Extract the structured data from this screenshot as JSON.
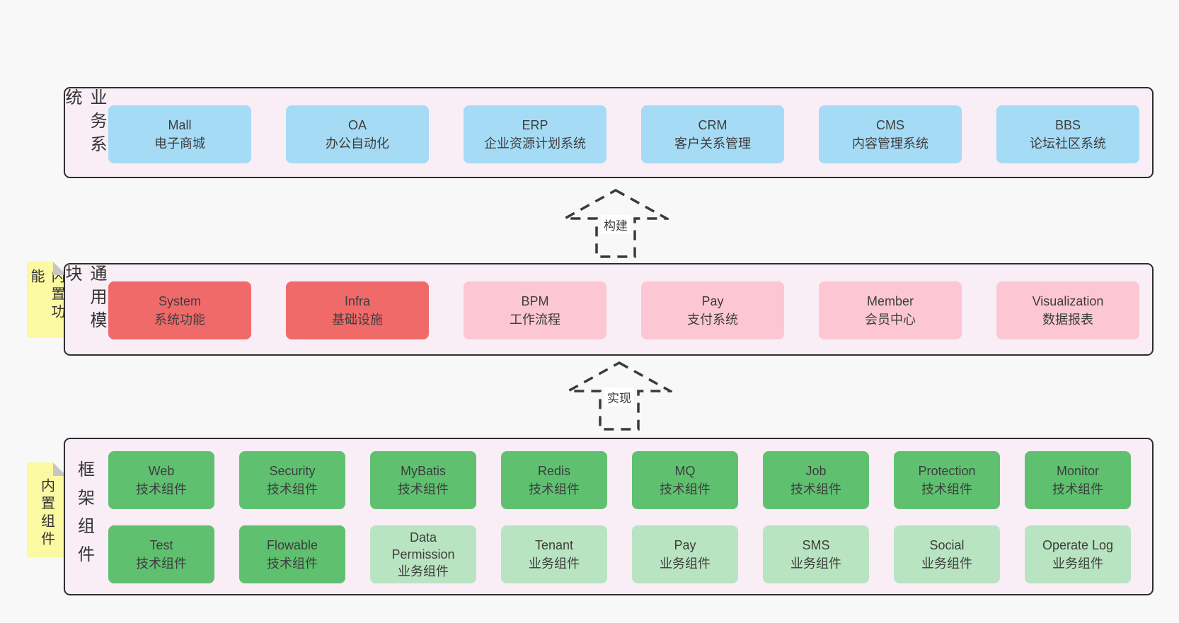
{
  "diagram": {
    "arrow_build": "构建",
    "arrow_implement": "实现"
  },
  "business_section": {
    "side_label": "业务系统",
    "items": [
      {
        "title": "Mall",
        "subtitle": "电子商城"
      },
      {
        "title": "OA",
        "subtitle": "办公自动化"
      },
      {
        "title": "ERP",
        "subtitle": "企业资源计划系统"
      },
      {
        "title": "CRM",
        "subtitle": "客户关系管理"
      },
      {
        "title": "CMS",
        "subtitle": "内容管理系统"
      },
      {
        "title": "BBS",
        "subtitle": "论坛社区系统"
      }
    ]
  },
  "modules_section": {
    "side_label": "通用模块",
    "sticky_note": "内置功能",
    "items": [
      {
        "title": "System",
        "subtitle": "系统功能"
      },
      {
        "title": "Infra",
        "subtitle": "基础设施"
      },
      {
        "title": "BPM",
        "subtitle": "工作流程"
      },
      {
        "title": "Pay",
        "subtitle": "支付系统"
      },
      {
        "title": "Member",
        "subtitle": "会员中心"
      },
      {
        "title": "Visualization",
        "subtitle": "数据报表"
      }
    ]
  },
  "components_section": {
    "side_label": "框架组件",
    "sticky_note": "内置组件",
    "row1": [
      {
        "title": "Web",
        "subtitle": "技术组件"
      },
      {
        "title": "Security",
        "subtitle": "技术组件"
      },
      {
        "title": "MyBatis",
        "subtitle": "技术组件"
      },
      {
        "title": "Redis",
        "subtitle": "技术组件"
      },
      {
        "title": "MQ",
        "subtitle": "技术组件"
      },
      {
        "title": "Job",
        "subtitle": "技术组件"
      },
      {
        "title": "Protection",
        "subtitle": "技术组件"
      },
      {
        "title": "Monitor",
        "subtitle": "技术组件"
      }
    ],
    "row2": [
      {
        "title": "Test",
        "subtitle": "技术组件"
      },
      {
        "title": "Flowable",
        "subtitle": "技术组件"
      },
      {
        "title": "Data Permission",
        "subtitle": "业务组件"
      },
      {
        "title": "Tenant",
        "subtitle": "业务组件"
      },
      {
        "title": "Pay",
        "subtitle": "业务组件"
      },
      {
        "title": "SMS",
        "subtitle": "业务组件"
      },
      {
        "title": "Social",
        "subtitle": "业务组件"
      },
      {
        "title": "Operate Log",
        "subtitle": "业务组件"
      }
    ]
  },
  "colors": {
    "page_background": "#f8f8f8",
    "panel_background": "#f9edf6",
    "panel_border": "#2e2e2e",
    "business_box": "#a6dbf5",
    "core_module_box": "#f06a6a",
    "optional_module_box": "#fcc7d2",
    "tech_component_box": "#5fc170",
    "biz_component_box": "#b9e4c1",
    "sticky_note": "#fbf9a1",
    "text": "#3d3d3d"
  }
}
